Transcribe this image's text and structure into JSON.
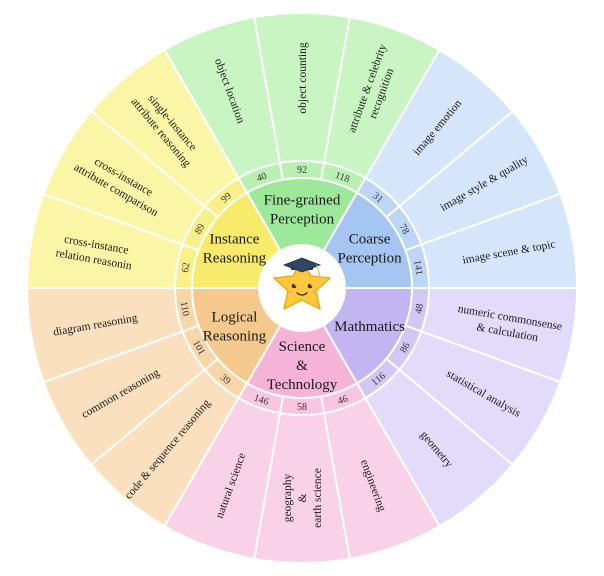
{
  "chart_data": {
    "type": "sunburst",
    "categories": [
      {
        "name": "Fine-grained Perception",
        "lines": [
          "Fine-grained",
          "Perception"
        ],
        "inner_color": "#9ee89b",
        "mid_color": "#b9f0b3",
        "outer_color": "#c8f5c2",
        "children": [
          {
            "name": "object location",
            "lines": [
              "object location"
            ],
            "count": "40"
          },
          {
            "name": "object counting",
            "lines": [
              "object counting"
            ],
            "count": "92"
          },
          {
            "name": "attribute & celebrity recognition",
            "lines": [
              "attribute & celebrity",
              "recognition"
            ],
            "count": "118"
          }
        ]
      },
      {
        "name": "Coarse Perception",
        "lines": [
          "Coarse",
          "Perception"
        ],
        "inner_color": "#a5c6f2",
        "mid_color": "#bdd6f6",
        "outer_color": "#d6e6fa",
        "children": [
          {
            "name": "image emotion",
            "lines": [
              "image emotion"
            ],
            "count": "31"
          },
          {
            "name": "image style & quality",
            "lines": [
              "image style & quality"
            ],
            "count": "78"
          },
          {
            "name": "image scene & topic",
            "lines": [
              "image scene & topic"
            ],
            "count": "141"
          }
        ]
      },
      {
        "name": "Mathmatics",
        "lines": [
          "Mathmatics"
        ],
        "inner_color": "#c3b5f2",
        "mid_color": "#d2c8f6",
        "outer_color": "#e2dbfa",
        "children": [
          {
            "name": "numeric commonsense & calculation",
            "lines": [
              "numeric commonsense",
              "& calculation"
            ],
            "count": "48"
          },
          {
            "name": "statistical analysis",
            "lines": [
              "statistical analysis"
            ],
            "count": "86"
          },
          {
            "name": "geometry",
            "lines": [
              "geometry"
            ],
            "count": "116"
          }
        ]
      },
      {
        "name": "Science & Technology",
        "lines": [
          "Science",
          "&",
          "Technology"
        ],
        "inner_color": "#f5b3d8",
        "mid_color": "#f8c5e2",
        "outer_color": "#fad2e8",
        "children": [
          {
            "name": "engineering",
            "lines": [
              "engineering"
            ],
            "count": "46"
          },
          {
            "name": "geography & earth science",
            "lines": [
              "geography",
              "&",
              "earth science"
            ],
            "count": "58"
          },
          {
            "name": "natural science",
            "lines": [
              "natural science"
            ],
            "count": "146"
          }
        ]
      },
      {
        "name": "Logical Reasoning",
        "lines": [
          "Logical",
          "Reasoning"
        ],
        "inner_color": "#f5c98e",
        "mid_color": "#f8d6a8",
        "outer_color": "#fae0be",
        "children": [
          {
            "name": "code & sequence reasoning",
            "lines": [
              "code & sequence reasoning"
            ],
            "count": "39"
          },
          {
            "name": "common reasoning",
            "lines": [
              "common reasoning"
            ],
            "count": "101"
          },
          {
            "name": "diagram reasoning",
            "lines": [
              "diagram reasoning"
            ],
            "count": "110"
          }
        ]
      },
      {
        "name": "Instance Reasoning",
        "lines": [
          "Instance",
          "Reasoning"
        ],
        "inner_color": "#f8ea6a",
        "mid_color": "#faf08a",
        "outer_color": "#fbf5a6",
        "children": [
          {
            "name": "cross-instance relation reasoning",
            "lines": [
              "cross-instance",
              "relation reasonin"
            ],
            "count": "62"
          },
          {
            "name": "cross-instance attribute comparison",
            "lines": [
              "cross-instance",
              "attribute comparison"
            ],
            "count": "89"
          },
          {
            "name": "single-instance attribute reasoning",
            "lines": [
              "single-instance",
              "attribute reasoning"
            ],
            "count": "99"
          }
        ]
      }
    ]
  },
  "center": {
    "icon": "star-mascot-with-graduation-cap"
  }
}
